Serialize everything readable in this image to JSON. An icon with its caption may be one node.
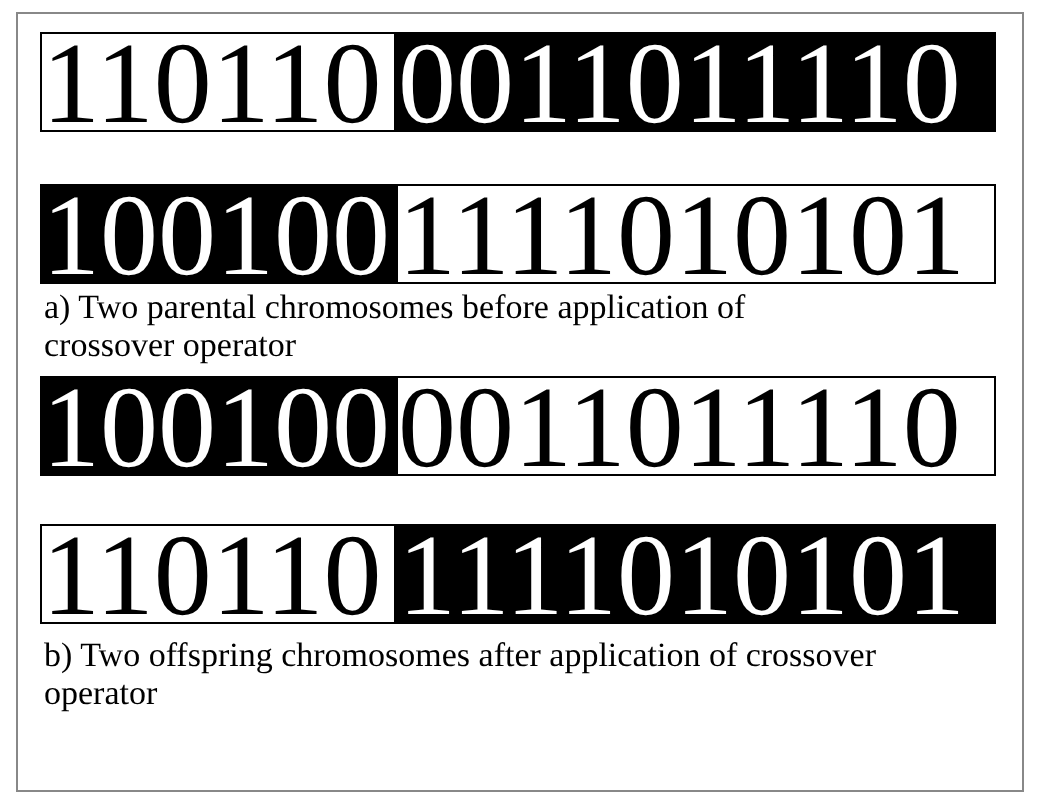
{
  "diagram": {
    "nodes": [
      {
        "text": [
          "110110"
        ]
      },
      {
        "text": [
          "0011011110"
        ]
      },
      {
        "text": [
          "100100"
        ]
      },
      {
        "text": [
          "1111010101"
        ]
      },
      {
        "text": [
          "100100"
        ]
      },
      {
        "text": [
          "0011011110"
        ]
      },
      {
        "text": [
          "110110"
        ]
      },
      {
        "text": [
          "1111010101"
        ]
      }
    ],
    "labels": [
      "a) Two parental chromosomes before application of crossover operator",
      "b) Two offspring chromosomes after application of crossover operator"
    ]
  }
}
